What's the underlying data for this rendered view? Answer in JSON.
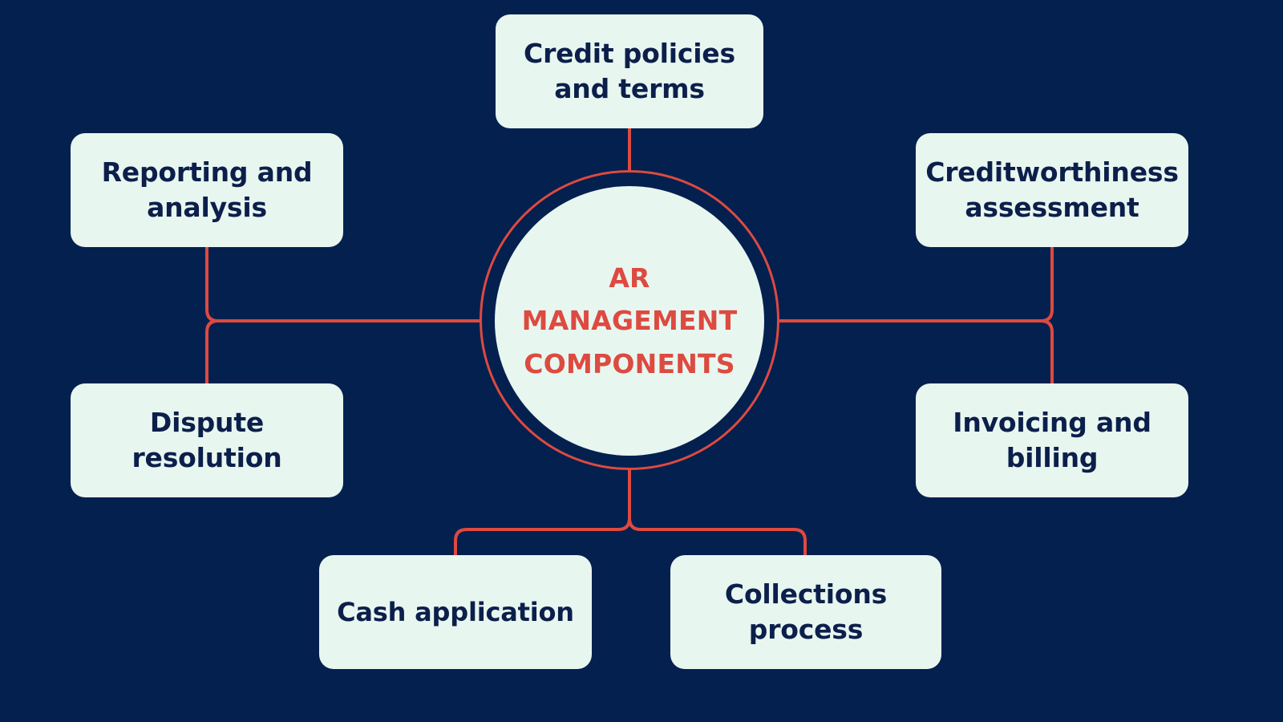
{
  "theme": {
    "background": "#04204f",
    "node_fill": "#e8f6f0",
    "node_text": "#0c1f4b",
    "accent": "#dd4a40"
  },
  "hub": {
    "label": "AR MANAGEMENT COMPONENTS",
    "line1": "AR",
    "line2": "MANAGEMENT",
    "line3": "COMPONENTS"
  },
  "nodes": [
    {
      "id": "credit-policies",
      "label": "Credit policies and terms",
      "position": "top"
    },
    {
      "id": "reporting",
      "label": "Reporting and analysis",
      "position": "left-upper"
    },
    {
      "id": "creditworthiness",
      "label": "Creditworthiness assessment",
      "position": "right-upper"
    },
    {
      "id": "dispute",
      "label": "Dispute resolution",
      "position": "left-lower"
    },
    {
      "id": "invoicing",
      "label": "Invoicing and billing",
      "position": "right-lower"
    },
    {
      "id": "cash-application",
      "label": "Cash application",
      "position": "bottom-left"
    },
    {
      "id": "collections",
      "label": "Collections process",
      "position": "bottom-right"
    }
  ]
}
